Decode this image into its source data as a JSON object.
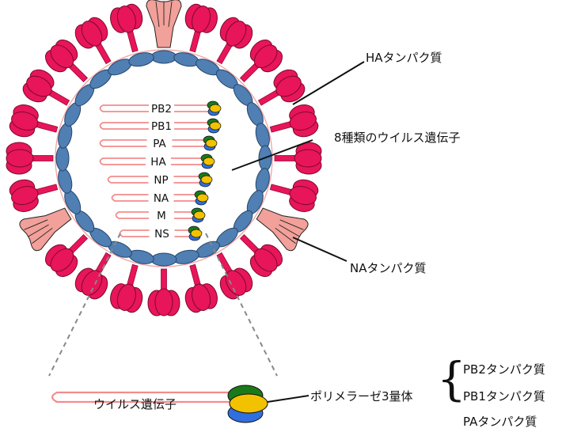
{
  "labels": {
    "ha_protein": "HAタンパク質",
    "segments_title": "8種類のウイルス遺伝子",
    "na_protein": "NAタンパク質",
    "viral_gene": "ウイルス遺伝子",
    "polymerase": "ポリメラーゼ3量体",
    "brace": "{"
  },
  "segments": [
    "PB2",
    "PB1",
    "PA",
    "HA",
    "NP",
    "NA",
    "M",
    "NS"
  ],
  "polymerase_subunits": [
    "PB2タンパク質",
    "PB1タンパク質",
    "PAタンパク質"
  ],
  "colors": {
    "ha_spike": "#e8155a",
    "na_spike": "#f2a09a",
    "membrane_bead": "#4f7fb3",
    "rna_strand": "#f28c8c",
    "poly_green": "#1a7a1a",
    "poly_yellow": "#f2c200",
    "poly_blue": "#2f6fe0"
  }
}
